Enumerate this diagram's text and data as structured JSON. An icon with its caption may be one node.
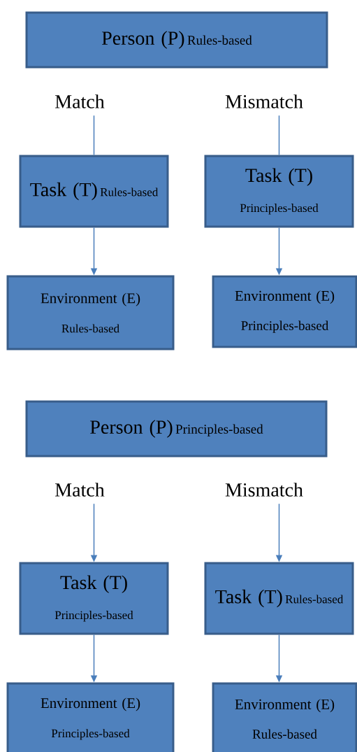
{
  "diagram": {
    "nodes": [
      {
        "text": [
          "Person (P)",
          "Rules-based"
        ]
      },
      {
        "text": [
          "Match"
        ]
      },
      {
        "text": [
          "Mismatch"
        ]
      },
      {
        "text": [
          "Task (T)",
          "Rules-based"
        ]
      },
      {
        "text": [
          "Task (T)",
          "Principles-based"
        ]
      },
      {
        "text": [
          "Environment (E)",
          "Rules-based"
        ]
      },
      {
        "text": [
          "Environment (E)",
          "Principles-based"
        ]
      },
      {
        "text": [
          "Person (P)",
          "Principles-based"
        ]
      },
      {
        "text": [
          "Match"
        ]
      },
      {
        "text": [
          "Mismatch"
        ]
      },
      {
        "text": [
          "Task (T)",
          "Principles-based"
        ]
      },
      {
        "text": [
          "Task (T)",
          "Rules-based"
        ]
      },
      {
        "text": [
          "Environment (E)",
          "Principles-based"
        ]
      },
      {
        "text": [
          "Environment (E)",
          "Rules-based"
        ]
      }
    ],
    "edges": [
      {
        "from": 1,
        "to": 3,
        "arrow": "none"
      },
      {
        "from": 2,
        "to": 4,
        "arrow": "none"
      },
      {
        "from": 3,
        "to": 5,
        "arrow": "to"
      },
      {
        "from": 4,
        "to": 6,
        "arrow": "to"
      },
      {
        "from": 8,
        "to": 10,
        "arrow": "to"
      },
      {
        "from": 9,
        "to": 11,
        "arrow": "to"
      },
      {
        "from": 10,
        "to": 12,
        "arrow": "to"
      },
      {
        "from": 11,
        "to": 13,
        "arrow": "to"
      }
    ]
  }
}
